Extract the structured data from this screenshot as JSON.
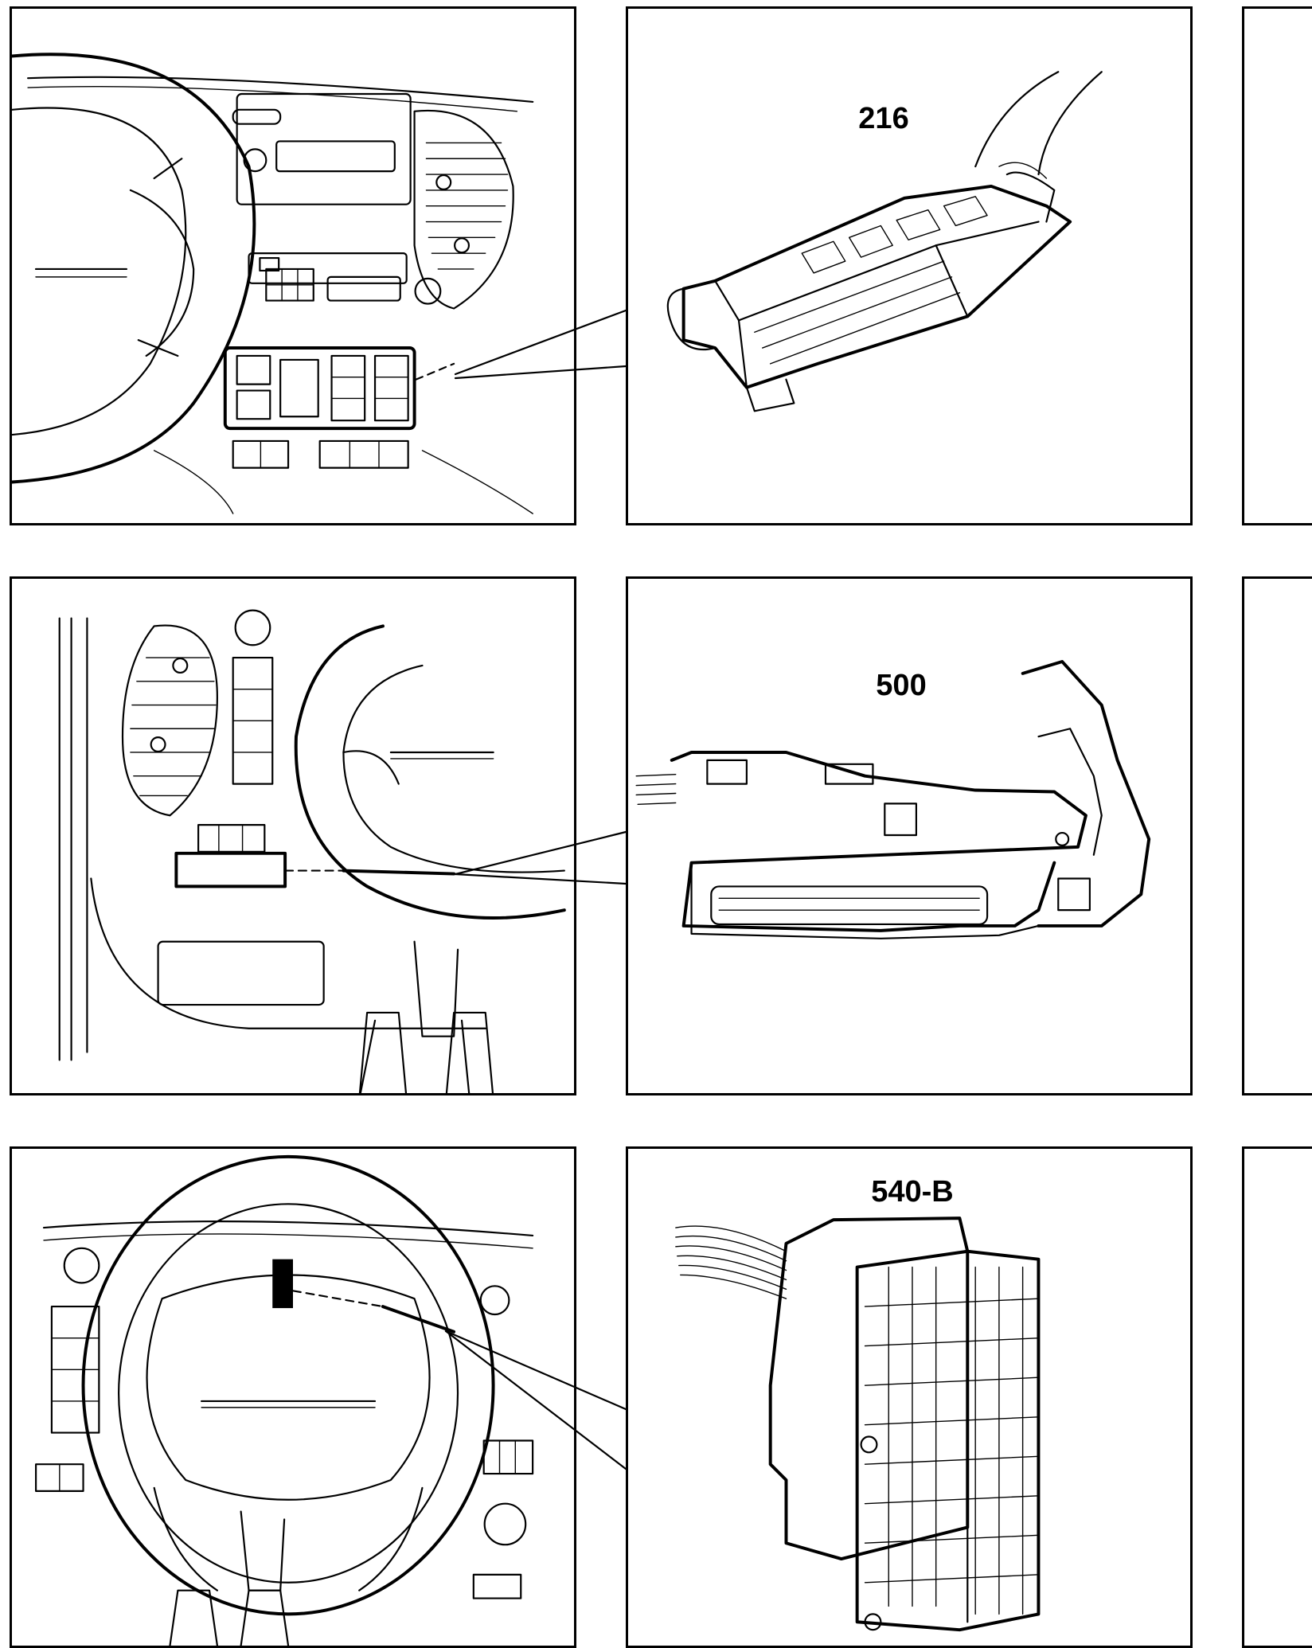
{
  "connectors": [
    {
      "label": "216"
    },
    {
      "label": "500"
    },
    {
      "label": "540-B"
    }
  ]
}
